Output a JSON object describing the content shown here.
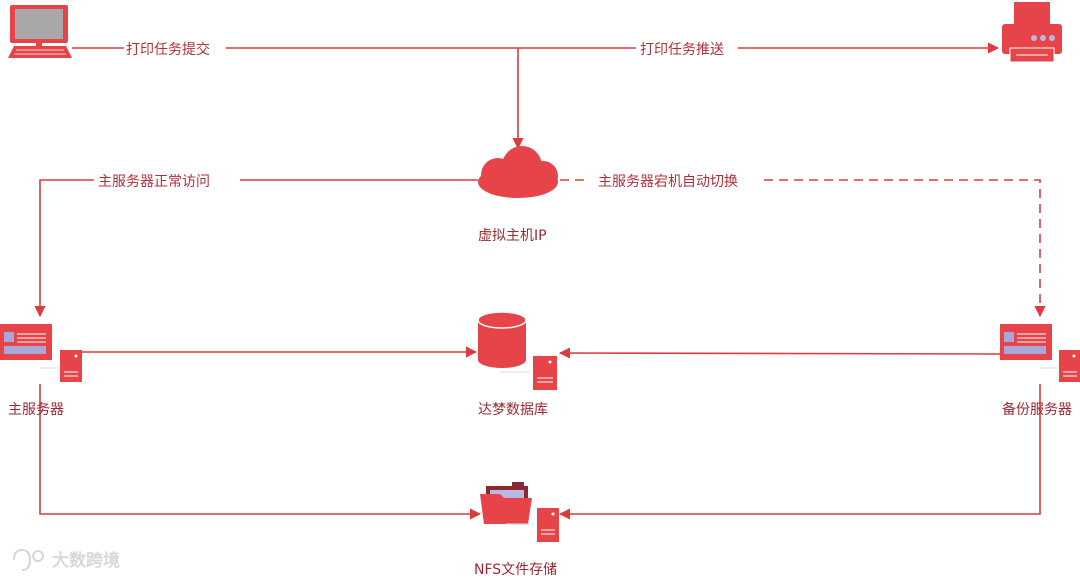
{
  "colors": {
    "accent": "#e64448",
    "line": "#dc3c40",
    "text": "#b0303a"
  },
  "icons": {
    "client": "desktop-computer-icon",
    "printer": "printer-icon",
    "vip": "cloud-icon",
    "primary": "server-monitor-icon",
    "db": "database-cylinder-icon",
    "backup": "server-monitor-icon",
    "nfs": "folder-storage-icon"
  },
  "edges": {
    "print_submit": "打印任务提交",
    "print_push": "打印任务推送",
    "normal_access": "主服务器正常访问",
    "failover": "主服务器宕机自动切换"
  },
  "nodes": {
    "vip": "虚拟主机IP",
    "primary": "主服务器",
    "db": "达梦数据库",
    "backup": "备份服务器",
    "nfs": "NFS文件存储"
  },
  "watermark": "大数跨境"
}
